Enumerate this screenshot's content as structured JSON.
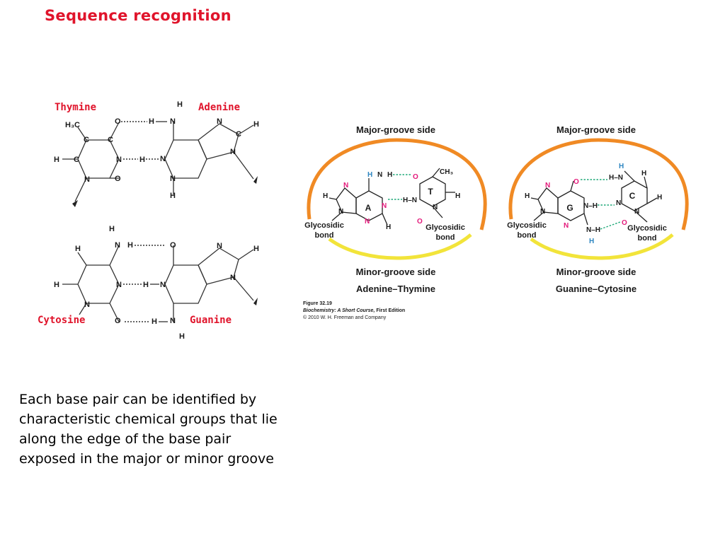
{
  "slide": {
    "title": "Sequence recognition",
    "body": "Each base pair can be identified by characteristic chemical groups that lie along the edge of the base pair exposed in the major or minor groove"
  },
  "left_diagram": {
    "thymine": "Thymine",
    "adenine": "Adenine",
    "cytosine": "Cytosine",
    "guanine": "Guanine"
  },
  "at_panel": {
    "major": "Major-groove side",
    "minor": "Minor-groove side",
    "name": "Adenine–Thymine",
    "ring_a": "A",
    "ring_t": "T",
    "bond_left_1": "Glycosidic",
    "bond_left_2": "bond",
    "bond_right_1": "Glycosidic",
    "bond_right_2": "bond"
  },
  "gc_panel": {
    "major": "Major-groove side",
    "minor": "Minor-groove side",
    "name": "Guanine–Cytosine",
    "ring_g": "G",
    "ring_c": "C",
    "bond_left_1": "Glycosidic",
    "bond_left_2": "bond",
    "bond_right_1": "Glycosidic",
    "bond_right_2": "bond"
  },
  "figure_credit": {
    "number": "Figure 32.19",
    "book": "Biochemistry: A Short Course,",
    "edition": " First Edition",
    "copyright": "© 2010 W. H. Freeman and Company"
  },
  "colors": {
    "title": "#e0142b",
    "major_arc": "#f08a24",
    "minor_arc": "#f2e43a",
    "nitrogen": "#e3197a",
    "oxygen": "#e3197a",
    "hydrogen_bond": "#1fa978",
    "hydrogen_exposed": "#2e86c1"
  }
}
